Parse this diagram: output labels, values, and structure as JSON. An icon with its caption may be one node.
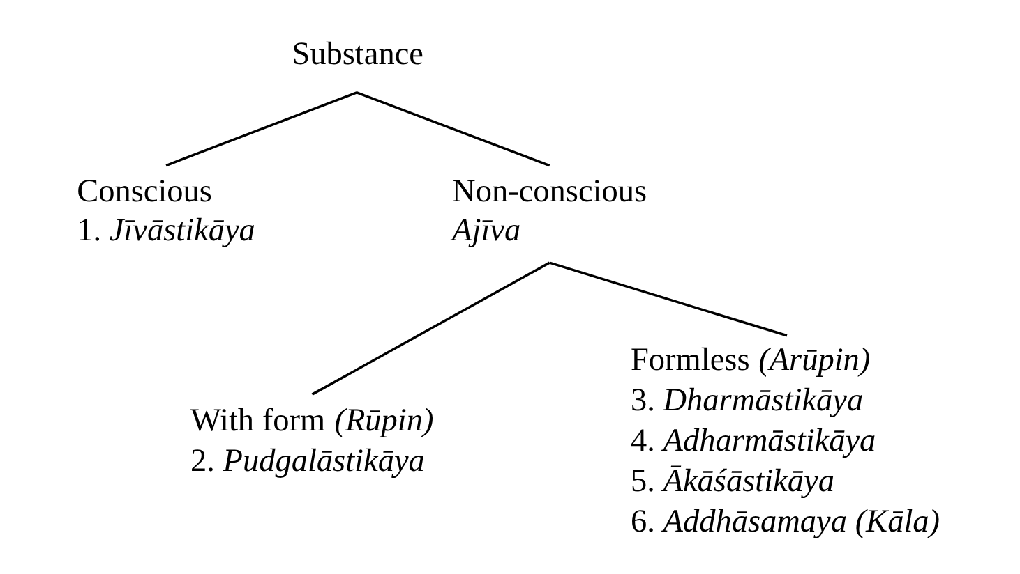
{
  "diagram": {
    "nodes": [
      {
        "text": [
          "Substance"
        ]
      },
      {
        "text": [
          "Conscious",
          "1. *Jīvāstikāya*"
        ]
      },
      {
        "text": [
          "Non-conscious",
          "*Ajīva*"
        ]
      },
      {
        "text": [
          "With form *(Rūpin)*",
          "2. *Pudgalāstikāya*"
        ]
      },
      {
        "text": [
          "Formless *(Arūpin)*",
          "3. *Dharmāstikāya*",
          "4. *Adharmāstikāya*",
          "5. *Ākāśāstikāya*",
          "6. *Addhāsamaya (Kāla)*"
        ]
      }
    ],
    "edges": [
      {
        "from": 0,
        "to": 1,
        "arrow": "none"
      },
      {
        "from": 0,
        "to": 2,
        "arrow": "none"
      },
      {
        "from": 2,
        "to": 3,
        "arrow": "none"
      },
      {
        "from": 2,
        "to": 4,
        "arrow": "none"
      }
    ]
  }
}
